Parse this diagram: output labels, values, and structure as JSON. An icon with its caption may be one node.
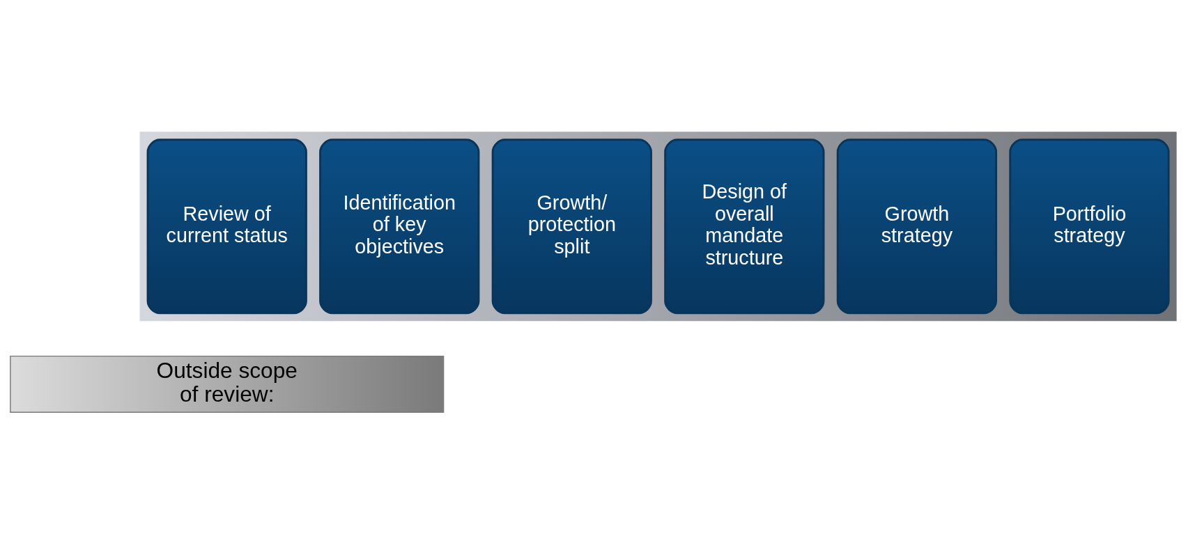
{
  "diagram": {
    "nodes": [
      {
        "text": [],
        "shape": "arrow"
      },
      {
        "text": [
          "Review of current status"
        ],
        "in": 0
      },
      {
        "text": [
          "Identification of key objectives"
        ],
        "in": 0
      },
      {
        "text": [
          "Growth/ protection split"
        ],
        "in": 0
      },
      {
        "text": [
          "Design of overall mandate structure"
        ],
        "in": 0
      },
      {
        "text": [
          "Growth strategy"
        ],
        "in": 0
      },
      {
        "text": [
          "Portfolio strategy"
        ],
        "in": 0
      },
      {
        "text": [
          "Outside scope of review:"
        ]
      }
    ],
    "edges": []
  }
}
